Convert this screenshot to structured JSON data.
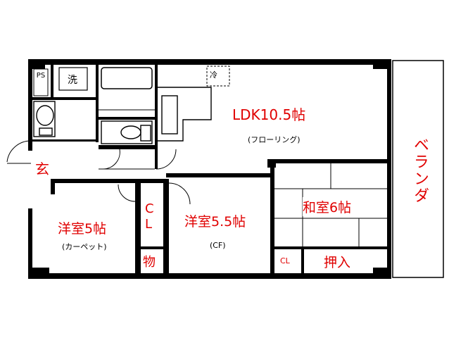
{
  "rooms": {
    "ldk": {
      "name": "LDK10.5帖",
      "sub": "(フローリング)"
    },
    "western1": {
      "name": "洋室5帖",
      "sub": "(カーペット)"
    },
    "western2": {
      "name": "洋室5.5帖",
      "sub": "(CF)"
    },
    "japanese": {
      "name": "和室6帖"
    },
    "balcony": {
      "name": "ベランダ"
    },
    "entrance": {
      "name": "玄"
    },
    "closet": {
      "name": "CL"
    },
    "storage": {
      "name": "物"
    },
    "small_closet": {
      "name": "CL"
    },
    "oshiire": {
      "name": "押入"
    }
  },
  "fixtures": {
    "ps": "PS",
    "washer": "洗",
    "fridge": "冷"
  },
  "colors": {
    "label": "#e00000",
    "wall": "#000000"
  }
}
